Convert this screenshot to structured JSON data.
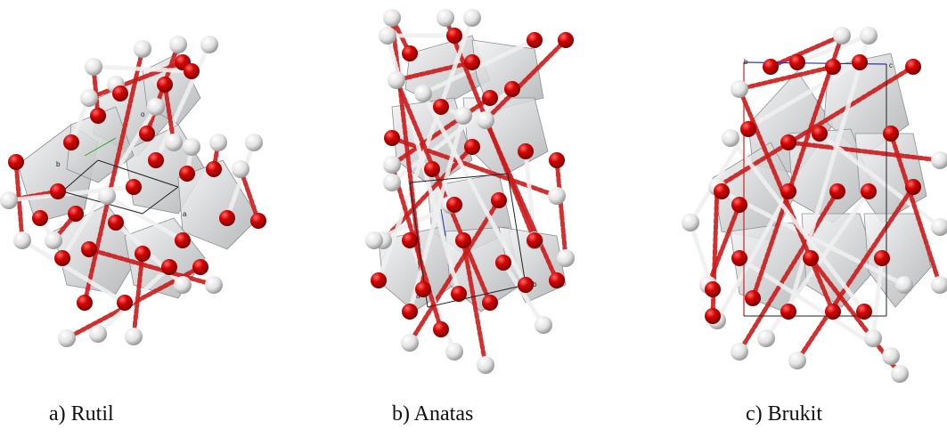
{
  "panels": [
    {
      "id": "rutil",
      "caption": "a) Rutil",
      "axis_labels": [
        "b",
        "a",
        "o"
      ]
    },
    {
      "id": "anatas",
      "caption": "b) Anatas",
      "axis_labels": [
        "a",
        "b"
      ]
    },
    {
      "id": "brukit",
      "caption": "c) Brukit",
      "axis_labels": [
        "b",
        "c"
      ]
    }
  ],
  "colors": {
    "oxygen": "#d40000",
    "hydrogen": "#e2e2e2",
    "octahedron": "#c9cbcd",
    "bond_red": "#cc1a1a",
    "bond_white": "#f0f0f0",
    "cell_edge": "#222222",
    "axis_red": "#cc2222",
    "axis_blue": "#2233cc",
    "axis_green": "#22aa22"
  }
}
